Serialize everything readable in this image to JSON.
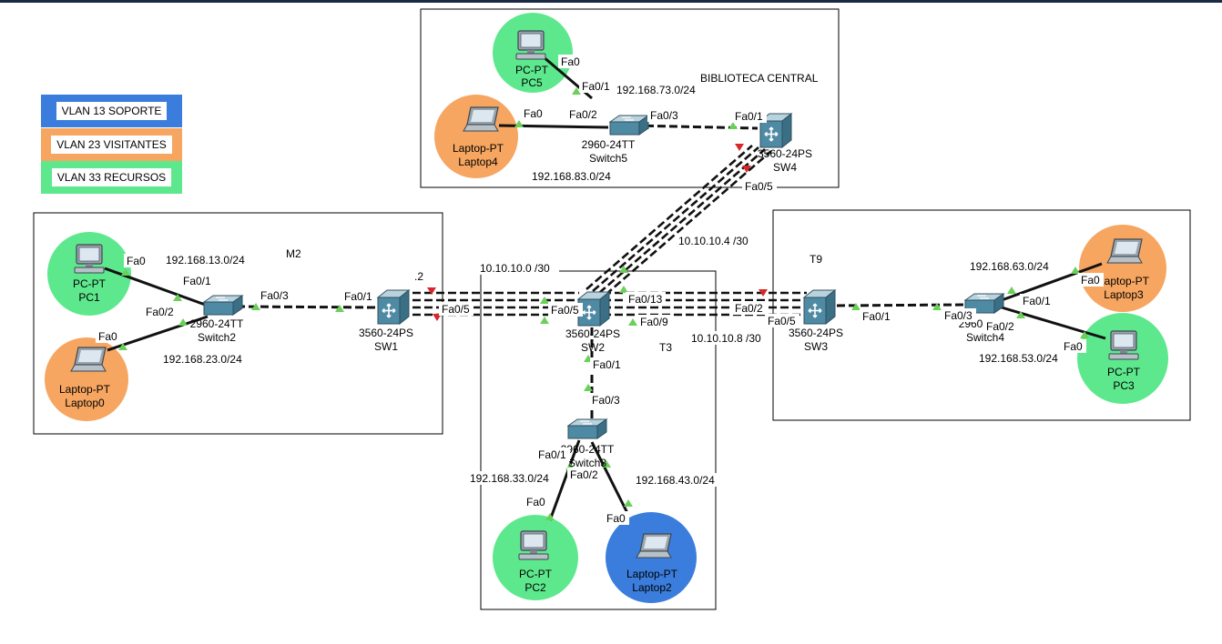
{
  "legend": [
    {
      "label": "VLAN 13 SOPORTE",
      "color": "#3b7ddd"
    },
    {
      "label": "VLAN 23 VISITANTES",
      "color": "#f6a660"
    },
    {
      "label": "VLAN 33 RECURSOS",
      "color": "#5ee88e"
    }
  ],
  "areas": {
    "biblioteca": "BIBLIOTECA CENTRAL",
    "m2": "M2",
    "t9": "T9",
    "t3": "T3"
  },
  "devices": {
    "pc5": {
      "type": "PC-PT",
      "name": "PC5"
    },
    "laptop4": {
      "type": "Laptop-PT",
      "name": "Laptop4"
    },
    "switch5": {
      "type": "2960-24TT",
      "name": "Switch5"
    },
    "sw4": {
      "type": "3560-24PS",
      "name": "SW4"
    },
    "pc1": {
      "type": "PC-PT",
      "name": "PC1"
    },
    "laptop0": {
      "type": "Laptop-PT",
      "name": "Laptop0"
    },
    "switch2": {
      "type": "2960-24TT",
      "name": "Switch2"
    },
    "sw1": {
      "type": "3560-24PS",
      "name": "SW1"
    },
    "sw2": {
      "type": "3560-24PS",
      "name": "SW2"
    },
    "switch3": {
      "type": "2960-24TT",
      "name": "Switch3"
    },
    "pc2": {
      "type": "PC-PT",
      "name": "PC2"
    },
    "laptop2": {
      "type": "Laptop-PT",
      "name": "Laptop2"
    },
    "sw3": {
      "type": "3560-24PS",
      "name": "SW3"
    },
    "switch4": {
      "type": "2960-24TT",
      "name": "Switch4"
    },
    "laptop3": {
      "type": "Laptop-PT",
      "name": "Laptop3"
    },
    "pc3": {
      "type": "PC-PT",
      "name": "PC3"
    }
  },
  "networks": {
    "n73": "192.168.73.0/24",
    "n83": "192.168.83.0/24",
    "n13": "192.168.13.0/24",
    "n23": "192.168.23.0/24",
    "n33": "192.168.33.0/24",
    "n43": "192.168.43.0/24",
    "n63": "192.168.63.0/24",
    "n53": "192.168.53.0/24",
    "l0": "10.10.10.0 /30",
    "l4": "10.10.10.4 /30",
    "l8": "10.10.10.8 /30"
  },
  "ports": {
    "pc5_fa0": "Fa0",
    "sw5_fa01": "Fa0/1",
    "lap4_fa0": "Fa0",
    "sw5_fa02": "Fa0/2",
    "sw5_fa03": "Fa0/3",
    "sw4_fa01": "Fa0/1",
    "sw4_fa05": "Fa0/5",
    "pc1_fa0": "Fa0",
    "sw2a_fa01": "Fa0/1",
    "sw2a_fa02": "Fa0/2",
    "lap0_fa0": "Fa0",
    "sw2a_fa03": "Fa0/3",
    "sw1_fa01": "Fa0/1",
    "sw1_fa05": "Fa0/5",
    "swc_fa05": "Fa0/5",
    "swc_fa13": "Fa0/13",
    "swc_fa09": "Fa0/9",
    "swc_fa01": "Fa0/1",
    "sw3b_fa03": "Fa0/3",
    "sw3b_fa01": "Fa0/1",
    "sw3b_fa02": "Fa0/2",
    "pc2_fa0": "Fa0",
    "lap2_fa0": "Fa0",
    "sw3_fa02": "Fa0/2",
    "sw3_fa05": "Fa0/5",
    "sw3_fa01": "Fa0/1",
    "sw4b_fa03": "Fa0/3",
    "sw4b_fa01": "Fa0/1",
    "sw4b_fa02": "Fa0/2",
    "lap3_fa0": "Fa0",
    "pc3_fa0": "Fa0",
    "sw1_part": ".2"
  }
}
